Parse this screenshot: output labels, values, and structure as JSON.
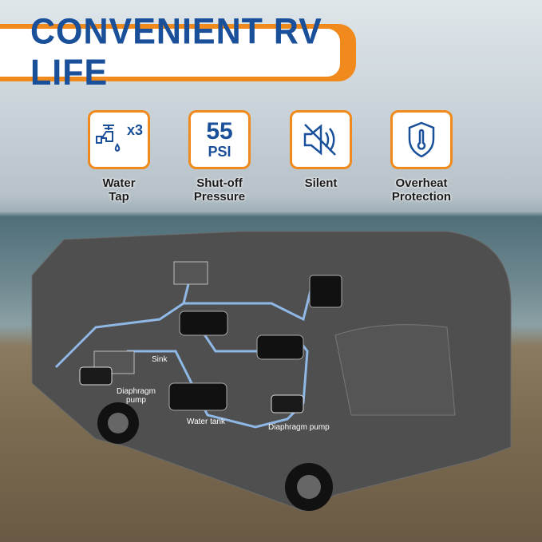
{
  "banner": {
    "title": "CONVENIENT RV LIFE"
  },
  "features": [
    {
      "icon": "water-tap-icon",
      "badge": "x3",
      "label_line1": "Water",
      "label_line2": "Tap"
    },
    {
      "icon": "pressure-icon",
      "value": "55",
      "unit": "PSI",
      "label_line1": "Shut-off",
      "label_line2": "Pressure"
    },
    {
      "icon": "mute-speaker-icon",
      "label_line1": "Silent"
    },
    {
      "icon": "shield-thermometer-icon",
      "label_line1": "Overheat",
      "label_line2": "Protection"
    }
  ],
  "diagram": {
    "sink": "Sink",
    "pump1_line1": "Diaphragm",
    "pump1_line2": "pump",
    "water_tank": "Water tank",
    "pump2": "Diaphragm pump"
  },
  "colors": {
    "accent": "#f08a1c",
    "brand": "#1a4f9a",
    "pipe": "#8fb8e6"
  }
}
